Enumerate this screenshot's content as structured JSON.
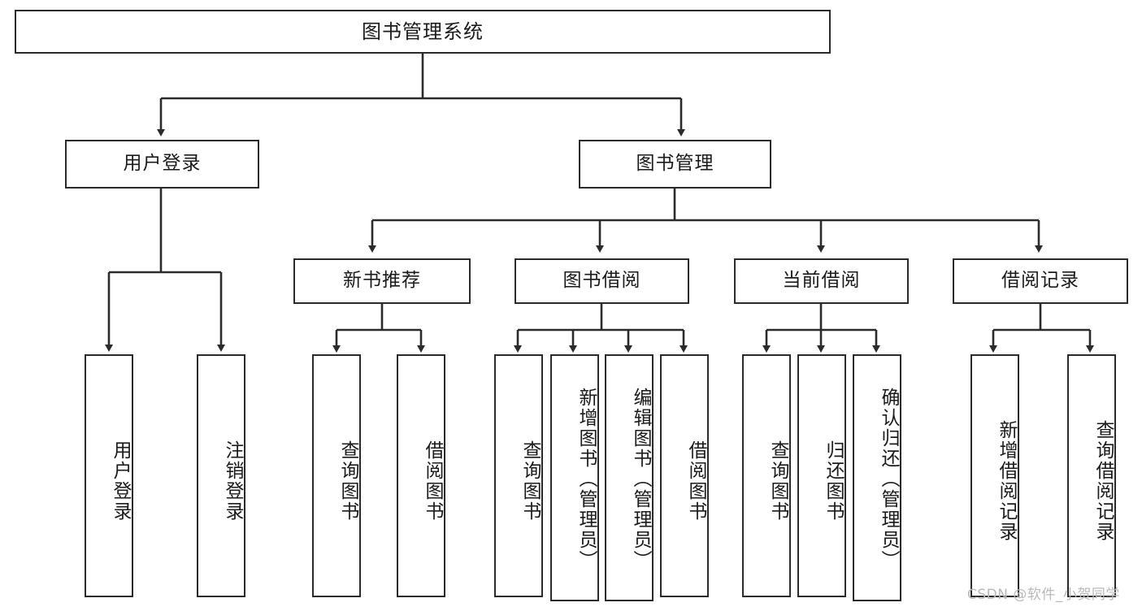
{
  "diagram": {
    "title": "图书管理系统",
    "type": "tree-structure-chart",
    "watermark": "CSDN @软件_小贺同学",
    "colors": {
      "border": "#2b2b2b",
      "background": "#ffffff",
      "text": "#1a1a1a",
      "watermark": "#b9b9b9"
    },
    "root": {
      "label": "图书管理系统"
    },
    "level2": [
      {
        "id": "user-login",
        "label": "用户登录"
      },
      {
        "id": "book-manage",
        "label": "图书管理"
      }
    ],
    "level3": [
      {
        "id": "new-book-recommend",
        "label": "新书推荐",
        "parent": "book-manage"
      },
      {
        "id": "book-borrow",
        "label": "图书借阅",
        "parent": "book-manage"
      },
      {
        "id": "current-borrow",
        "label": "当前借阅",
        "parent": "book-manage"
      },
      {
        "id": "borrow-record",
        "label": "借阅记录",
        "parent": "book-manage"
      }
    ],
    "leaves": {
      "user-login": [
        {
          "id": "leaf-user-login",
          "label": "用户登录"
        },
        {
          "id": "leaf-user-logout",
          "label": "注销登录"
        }
      ],
      "new-book-recommend": [
        {
          "id": "leaf-query-book-1",
          "label": "查询图书"
        },
        {
          "id": "leaf-borrow-book-1",
          "label": "借阅图书"
        }
      ],
      "book-borrow": [
        {
          "id": "leaf-query-book-2",
          "label": "查询图书"
        },
        {
          "id": "leaf-add-book",
          "label": "新增图书（管理员）"
        },
        {
          "id": "leaf-edit-book",
          "label": "编辑图书（管理员）"
        },
        {
          "id": "leaf-borrow-book-2",
          "label": "借阅图书"
        }
      ],
      "current-borrow": [
        {
          "id": "leaf-query-book-3",
          "label": "查询图书"
        },
        {
          "id": "leaf-return-book",
          "label": "归还图书"
        },
        {
          "id": "leaf-confirm-return",
          "label": "确认归还（管理员）"
        }
      ],
      "borrow-record": [
        {
          "id": "leaf-add-record",
          "label": "新增借阅记录"
        },
        {
          "id": "leaf-query-record",
          "label": "查询借阅记录"
        }
      ]
    }
  }
}
